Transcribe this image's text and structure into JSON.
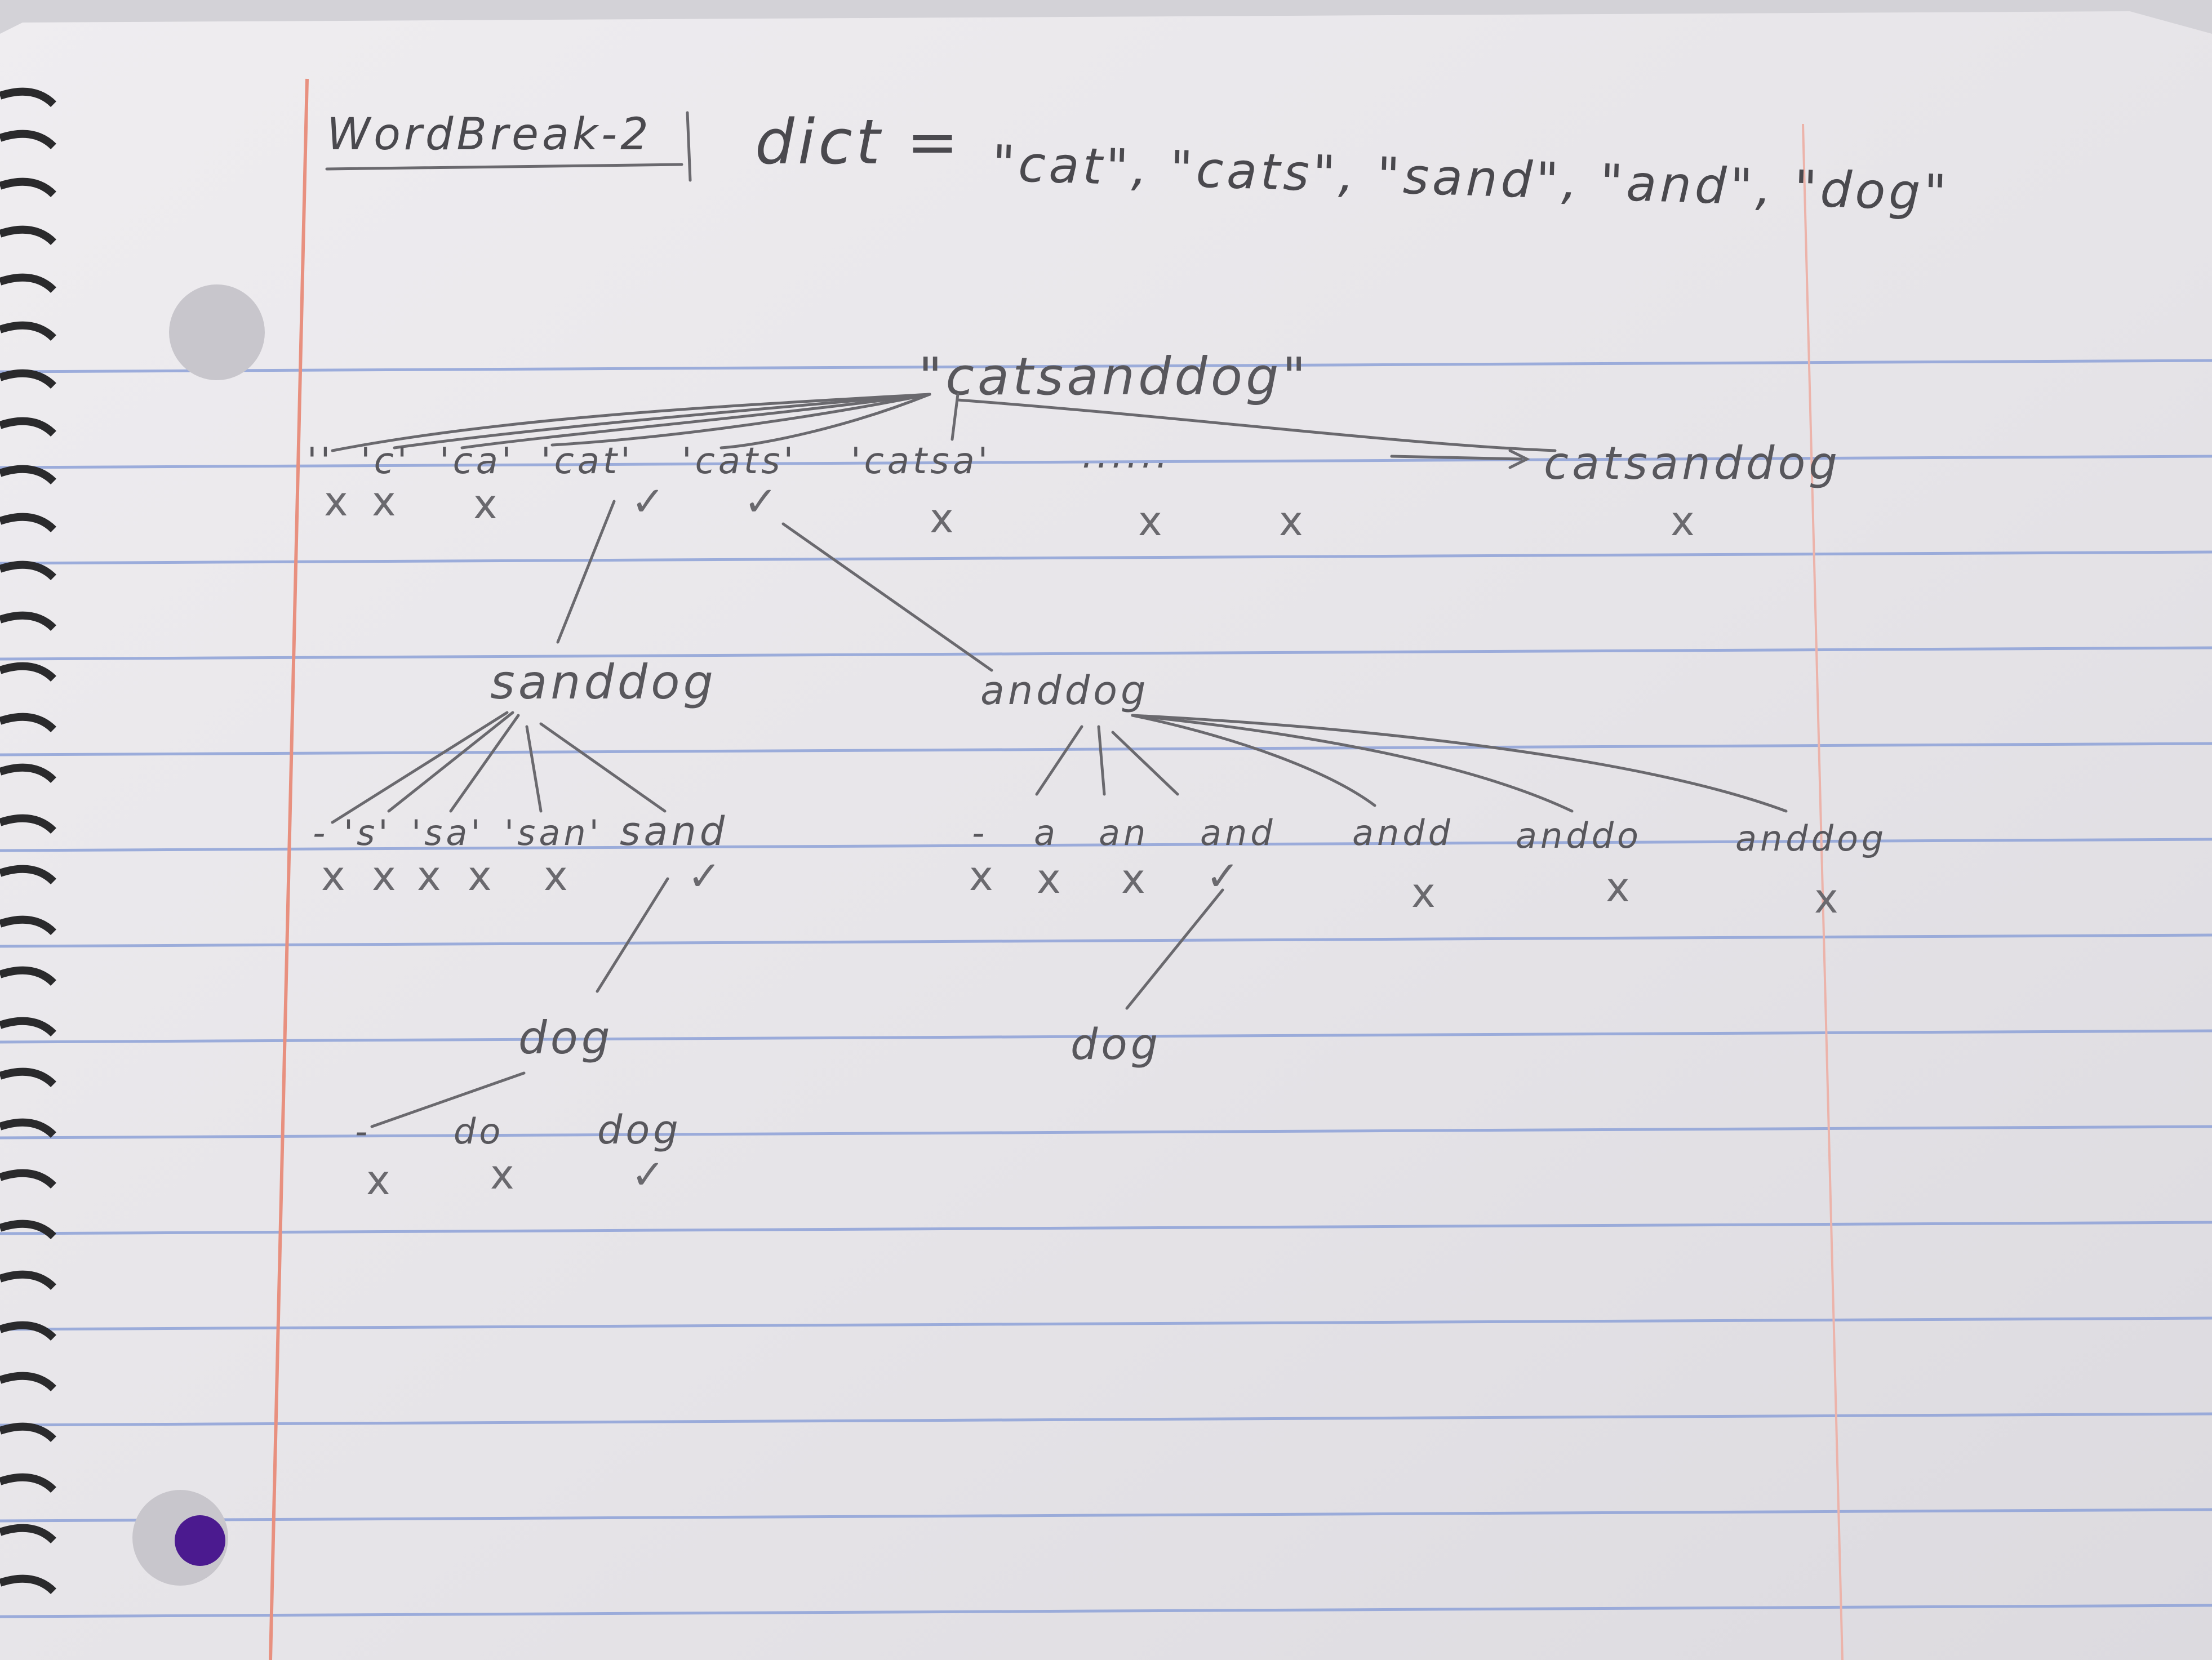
{
  "notebook": {
    "colors": {
      "paper": "#ece9ec",
      "rule_line": "#8a9fd6",
      "margin_line": "#e58a7d",
      "pencil": "#5c5b60",
      "background": "#d9d8dc",
      "binder_ring": "#2a2a2c",
      "ink_dot": "#4b1a8f"
    }
  },
  "header": {
    "title": "WordBreak-2",
    "dict_label": "dict =",
    "dict_words": "\"cat\", \"cats\", \"sand\", \"and\", \"dog\""
  },
  "tree": {
    "root": "\"catsanddog\"",
    "level1": {
      "prefixes": [
        "''",
        "'c'",
        "'ca'",
        "'cat'",
        "'cats'",
        "'catsa'",
        "......",
        "catsanddog"
      ],
      "marks": [
        "x",
        "x",
        "x",
        "✓",
        "✓",
        "x",
        "x",
        "x",
        "x"
      ]
    },
    "sanddog": {
      "label": "sanddog",
      "prefixes": [
        "-",
        "'s'",
        "'sa'",
        "'san'",
        "sand"
      ],
      "marks": [
        "x",
        "x",
        "x",
        "x",
        "x",
        "✓"
      ],
      "child": {
        "label": "dog",
        "prefixes": [
          "-",
          "do",
          "dog"
        ],
        "marks": [
          "x",
          "x",
          "✓"
        ]
      }
    },
    "anddog": {
      "label": "anddog",
      "prefixes": [
        "-",
        "a",
        "an",
        "and",
        "andd",
        "anddo",
        "anddog"
      ],
      "marks": [
        "x",
        "x",
        "x",
        "✓",
        "x",
        "x",
        "x"
      ],
      "child": {
        "label": "dog"
      }
    }
  }
}
